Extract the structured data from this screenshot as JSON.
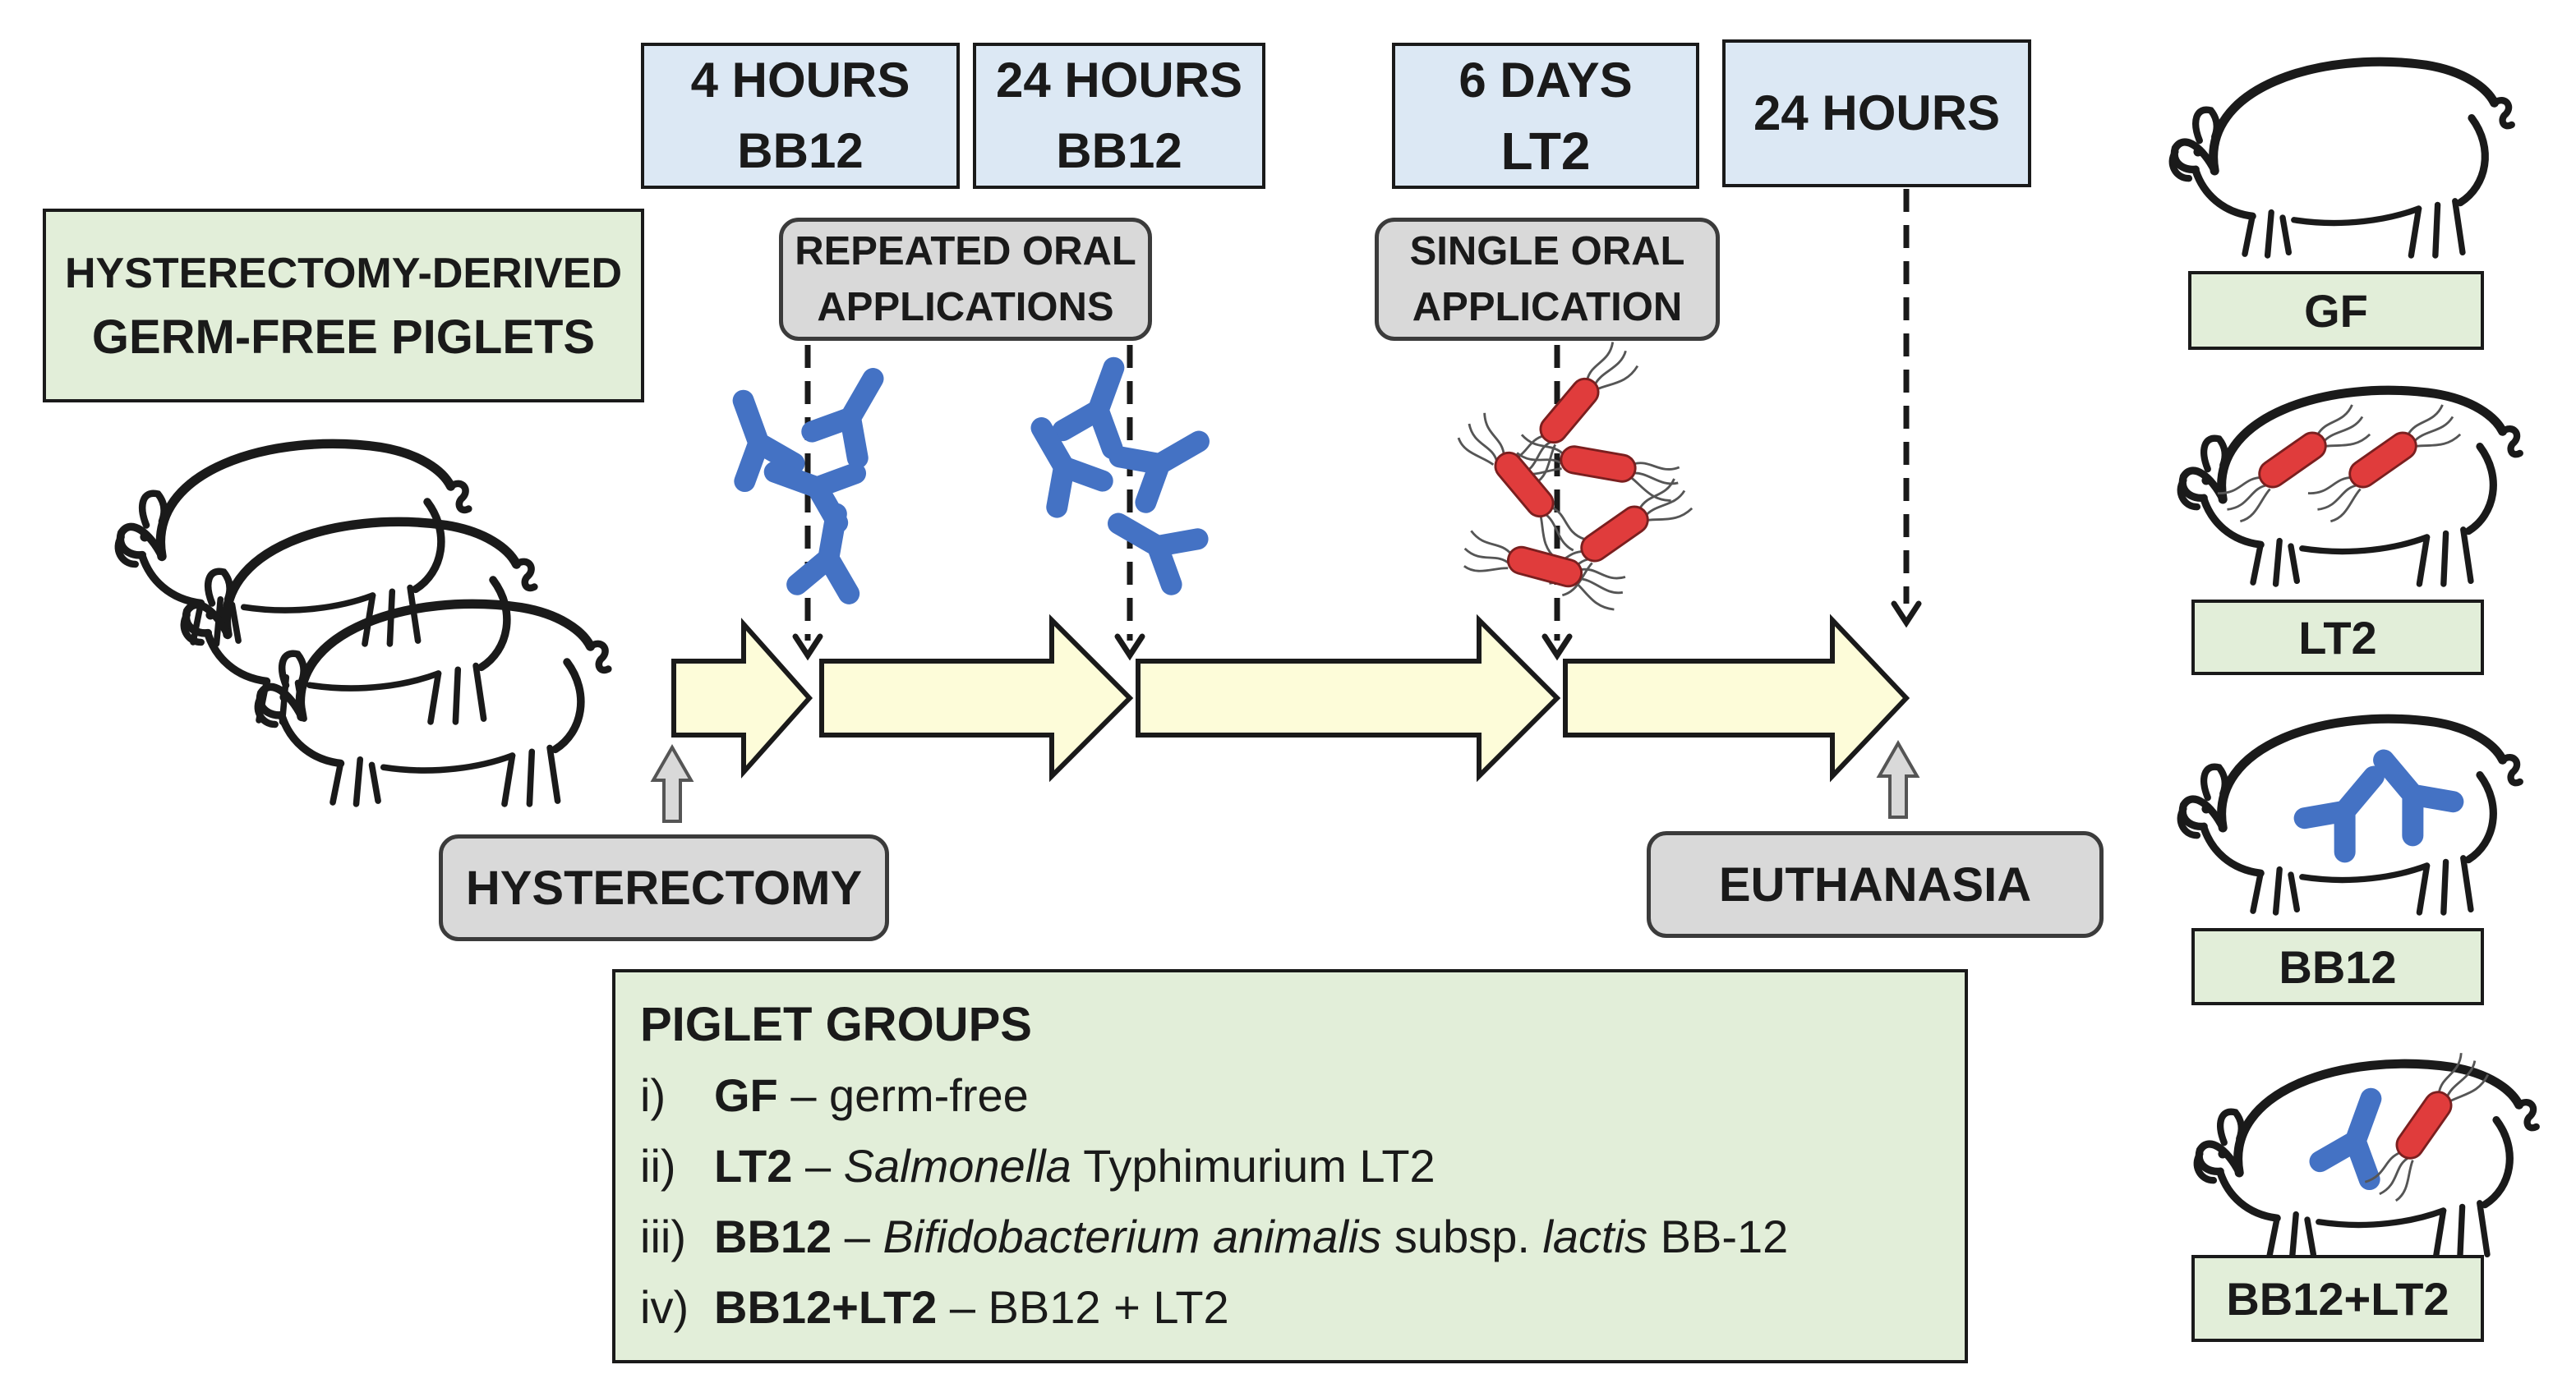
{
  "origin": {
    "line1": "HYSTERECTOMY-DERIVED",
    "line2": "GERM-FREE PIGLETS"
  },
  "timepoints": [
    {
      "line1": "4 HOURS",
      "line2": "BB12"
    },
    {
      "line1": "24 HOURS",
      "line2": "BB12"
    },
    {
      "line1": "6 DAYS",
      "line2": "LT2"
    },
    {
      "line1": "24 HOURS",
      "line2": ""
    }
  ],
  "applications": {
    "repeated": {
      "line1": "REPEATED ORAL",
      "line2": "APPLICATIONS"
    },
    "single": {
      "line1": "SINGLE ORAL",
      "line2": "APPLICATION"
    }
  },
  "events": {
    "start": "HYSTERECTOMY",
    "end": "EUTHANASIA"
  },
  "groups": {
    "title": "PIGLET GROUPS",
    "items": [
      {
        "num": "i)",
        "code": "GF",
        "dash": " – ",
        "desc_parts": [
          {
            "text": "germ-free",
            "italic": false
          }
        ]
      },
      {
        "num": "ii)",
        "code": "LT2",
        "dash": " – ",
        "desc_parts": [
          {
            "text": "Salmonella",
            "italic": true
          },
          {
            "text": " Typhimurium LT2",
            "italic": false
          }
        ]
      },
      {
        "num": "iii)",
        "code": "BB12",
        "dash": " – ",
        "desc_parts": [
          {
            "text": "Bifidobacterium animalis",
            "italic": true
          },
          {
            "text": " subsp. ",
            "italic": false
          },
          {
            "text": "lactis",
            "italic": true
          },
          {
            "text": " BB-12",
            "italic": false
          }
        ]
      },
      {
        "num": "iv)",
        "code": "BB12+LT2",
        "dash": " – ",
        "desc_parts": [
          {
            "text": "BB12 + LT2",
            "italic": false
          }
        ]
      }
    ]
  },
  "group_labels": [
    "GF",
    "LT2",
    "BB12",
    "BB12+LT2"
  ],
  "colors": {
    "timeline_arrow": "#fdfcd9",
    "time_box": "#dce8f4",
    "green_box": "#e2eed9",
    "grey_box": "#d9d9d9",
    "bifido": "#4472c4",
    "salmonella": "#e03c3c"
  },
  "icons": [
    "pig-icon",
    "bifidobacterium-icon",
    "salmonella-icon",
    "up-arrow-icon"
  ]
}
